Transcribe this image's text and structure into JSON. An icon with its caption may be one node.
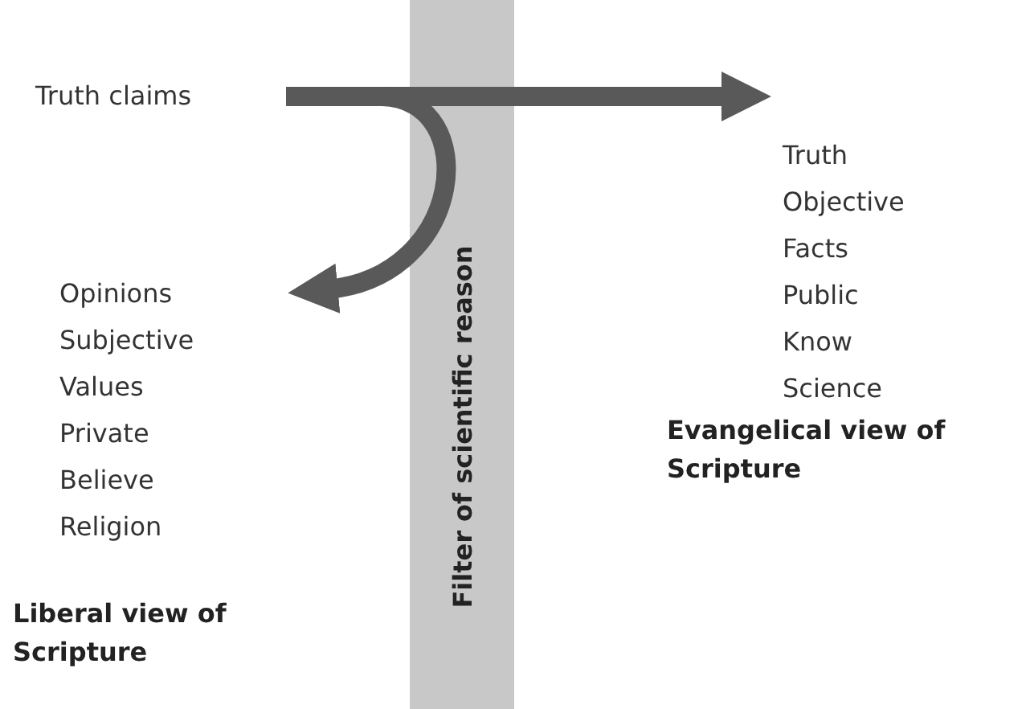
{
  "diagram": {
    "nodes": [
      {
        "text": [
          "Truth claims"
        ]
      },
      {
        "text": [
          "Truth",
          "Objective",
          "Facts",
          "Public",
          "Know",
          "Science"
        ]
      },
      {
        "text": [
          "Opinions",
          "Subjective",
          "Values",
          "Private",
          "Believe",
          "Religion"
        ]
      }
    ],
    "edges": [
      {
        "from": 0,
        "to": 1,
        "arrow": "to"
      },
      {
        "from": 0,
        "to": 2,
        "arrow": "to"
      }
    ],
    "labels": [
      "Filter of scientific reason",
      "Evangelical view of Scripture",
      "Liberal view of Scripture"
    ]
  }
}
